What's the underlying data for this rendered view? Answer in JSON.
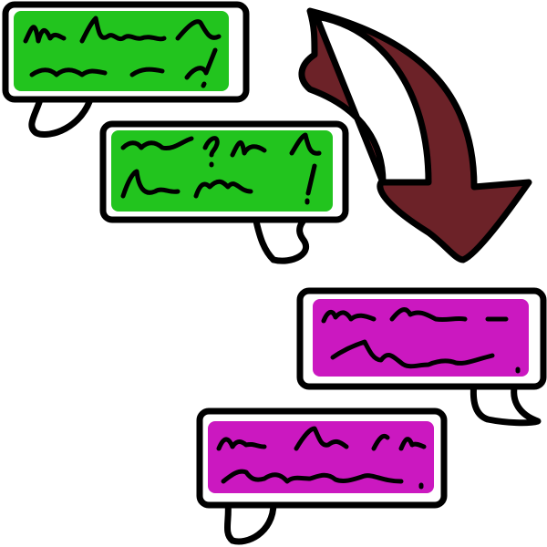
{
  "colors": {
    "green_bubble": "#22c41e",
    "magenta_bubble": "#cb18c0",
    "arrow": "#6c2228",
    "outline": "#000000",
    "background": "#ffffff"
  },
  "bubbles": [
    {
      "name": "green-bubble-1",
      "fill": "green"
    },
    {
      "name": "green-bubble-2",
      "fill": "green"
    },
    {
      "name": "magenta-bubble-1",
      "fill": "magenta"
    },
    {
      "name": "magenta-bubble-2",
      "fill": "magenta"
    }
  ],
  "arrow": {
    "direction": "curved-down-right"
  }
}
